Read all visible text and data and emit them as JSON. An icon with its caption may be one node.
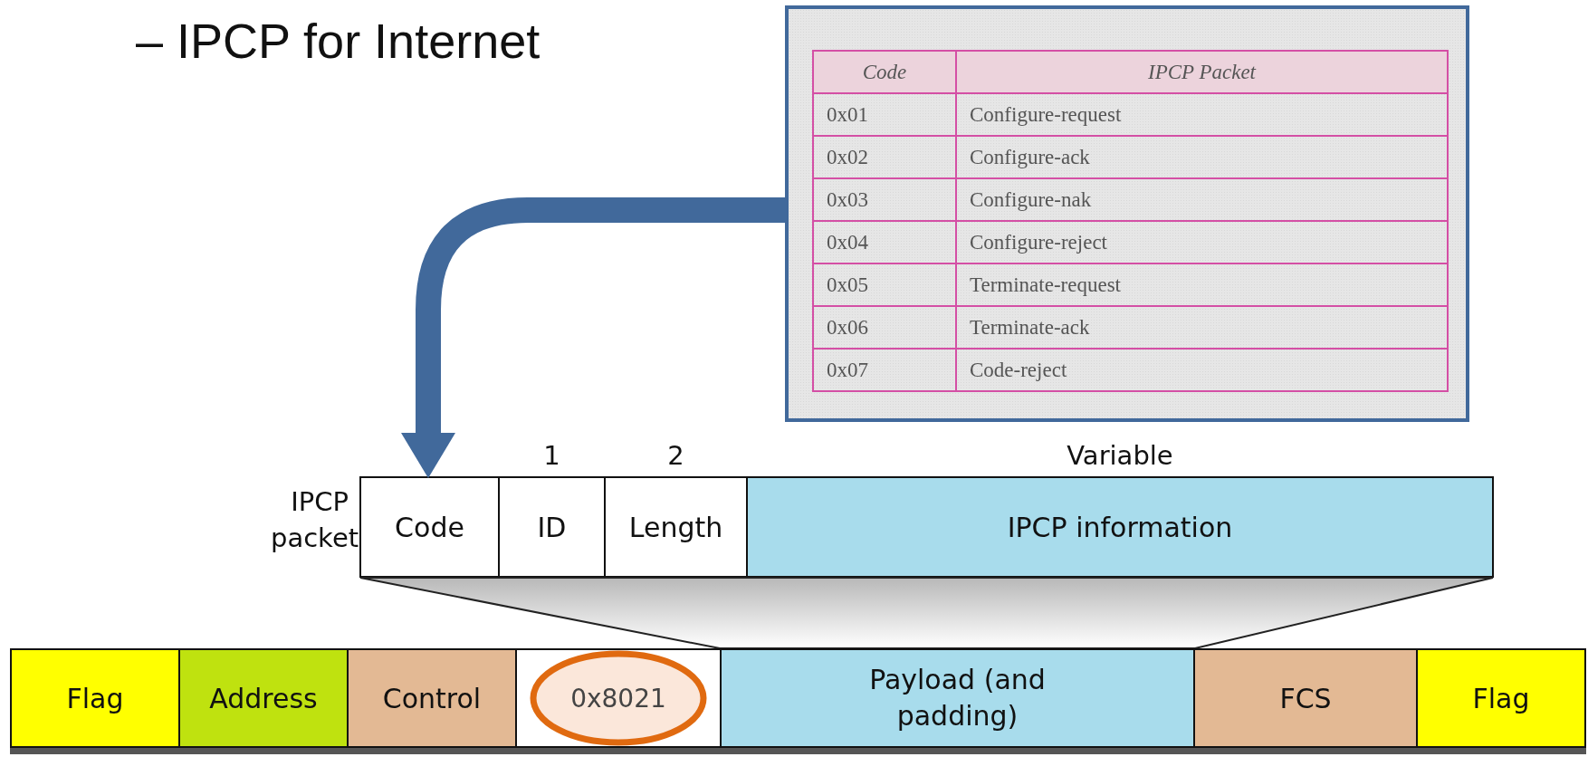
{
  "diagram": {
    "title": "– IPCP for Internet",
    "nodes": [
      {
        "text": [],
        "shape": "box"
      },
      {
        "text": [
          "IPCP packet"
        ]
      },
      {
        "text": [
          "Code"
        ],
        "in": 1
      },
      {
        "text": [
          "ID"
        ],
        "in": 1,
        "beside": [
          "1"
        ]
      },
      {
        "text": [
          "Length"
        ],
        "in": 1,
        "beside": [
          "2"
        ]
      },
      {
        "text": [
          "IPCP information"
        ],
        "in": 1,
        "beside": [
          "Variable"
        ]
      },
      {
        "text": [],
        "shape": "trapezoid"
      },
      {
        "text": [
          "Flag"
        ]
      },
      {
        "text": [
          "Address"
        ]
      },
      {
        "text": [
          "Control"
        ]
      },
      {
        "text": [
          "0x8021"
        ]
      },
      {
        "text": [
          "Payload (and padding)"
        ]
      },
      {
        "text": [
          "FCS"
        ]
      },
      {
        "text": [
          "Flag"
        ]
      }
    ],
    "edges": [
      {
        "from": 0,
        "to": 2,
        "arrow": "to",
        "color": "#41699b"
      }
    ],
    "labels": [
      "Code",
      "IPCP Packet",
      "0x01",
      "Configure-request",
      "0x02",
      "Configure-ack",
      "0x03",
      "Configure-nak",
      "0x04",
      "Configure-reject",
      "0x05",
      "Terminate-request",
      "0x06",
      "Terminate-ack",
      "0x07",
      "Code-reject"
    ]
  }
}
